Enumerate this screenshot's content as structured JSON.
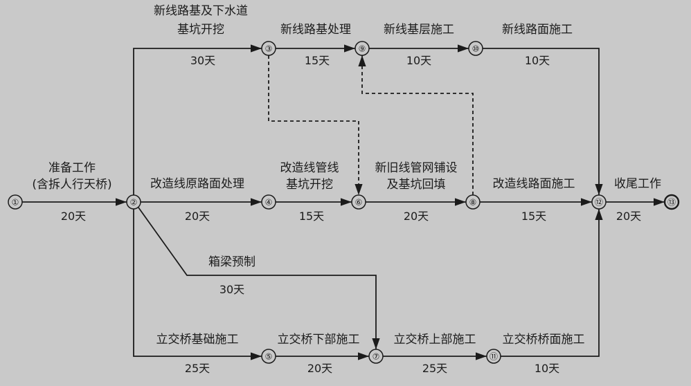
{
  "nodes": [
    {
      "id": "1",
      "label": "①"
    },
    {
      "id": "2",
      "label": "②"
    },
    {
      "id": "3",
      "label": "③"
    },
    {
      "id": "4",
      "label": "④"
    },
    {
      "id": "5",
      "label": "⑤"
    },
    {
      "id": "6",
      "label": "⑥"
    },
    {
      "id": "7",
      "label": "⑦"
    },
    {
      "id": "8",
      "label": "⑧"
    },
    {
      "id": "9",
      "label": "⑨"
    },
    {
      "id": "10",
      "label": "⑩"
    },
    {
      "id": "11",
      "label": "⑪"
    },
    {
      "id": "12",
      "label": "⑫"
    },
    {
      "id": "13",
      "label": "⑬"
    }
  ],
  "activities": [
    {
      "id": "a1",
      "name_lines": [
        "准备工作",
        "(含拆人行天桥)"
      ],
      "duration": "20天"
    },
    {
      "id": "a2",
      "name_lines": [
        "新线路基及下水道",
        "基坑开挖"
      ],
      "duration": "30天"
    },
    {
      "id": "a3",
      "name_lines": [
        "新线路基处理"
      ],
      "duration": "15天"
    },
    {
      "id": "a4",
      "name_lines": [
        "新线基层施工"
      ],
      "duration": "10天"
    },
    {
      "id": "a5",
      "name_lines": [
        "新线路面施工"
      ],
      "duration": "10天"
    },
    {
      "id": "a6",
      "name_lines": [
        "改造线原路面处理"
      ],
      "duration": "20天"
    },
    {
      "id": "a7",
      "name_lines": [
        "改造线管线",
        "基坑开挖"
      ],
      "duration": "15天"
    },
    {
      "id": "a8",
      "name_lines": [
        "新旧线管网铺设",
        "及基坑回填"
      ],
      "duration": "20天"
    },
    {
      "id": "a9",
      "name_lines": [
        "改造线路面施工"
      ],
      "duration": "15天"
    },
    {
      "id": "a10",
      "name_lines": [
        "收尾工作"
      ],
      "duration": "20天"
    },
    {
      "id": "a11",
      "name_lines": [
        "箱梁预制"
      ],
      "duration": "30天"
    },
    {
      "id": "a12",
      "name_lines": [
        "立交桥基础施工"
      ],
      "duration": "25天"
    },
    {
      "id": "a13",
      "name_lines": [
        "立交桥下部施工"
      ],
      "duration": "20天"
    },
    {
      "id": "a14",
      "name_lines": [
        "立交桥上部施工"
      ],
      "duration": "25天"
    },
    {
      "id": "a15",
      "name_lines": [
        "立交桥桥面施工"
      ],
      "duration": "10天"
    }
  ]
}
